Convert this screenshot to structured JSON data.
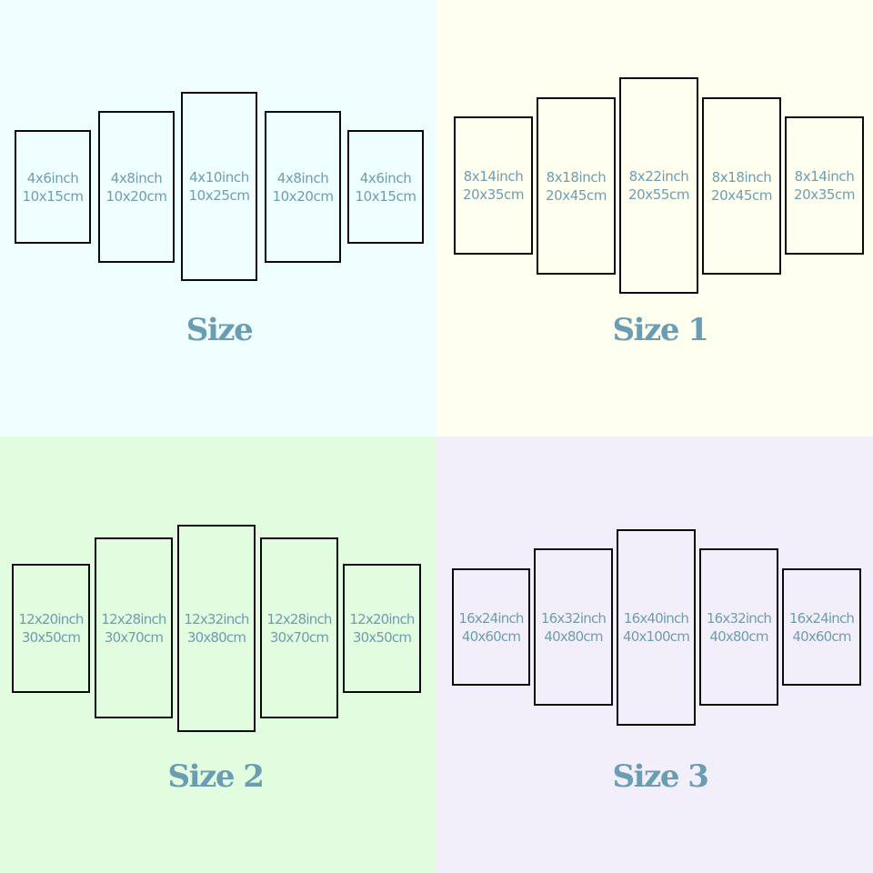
{
  "sections": [
    {
      "title": "Size",
      "background": "#effeff",
      "panels": [
        {
          "inch": "4x6inch",
          "cm": "10x15cm"
        },
        {
          "inch": "4x8inch",
          "cm": "10x20cm"
        },
        {
          "inch": "4x10inch",
          "cm": "10x25cm"
        },
        {
          "inch": "4x8inch",
          "cm": "10x20cm"
        },
        {
          "inch": "4x6inch",
          "cm": "10x15cm"
        }
      ]
    },
    {
      "title": "Size 1",
      "background": "#fffff0",
      "panels": [
        {
          "inch": "8x14inch",
          "cm": "20x35cm"
        },
        {
          "inch": "8x18inch",
          "cm": "20x45cm"
        },
        {
          "inch": "8x22inch",
          "cm": "20x55cm"
        },
        {
          "inch": "8x18inch",
          "cm": "20x45cm"
        },
        {
          "inch": "8x14inch",
          "cm": "20x35cm"
        }
      ]
    },
    {
      "title": "Size 2",
      "background": "#e2fce0",
      "panels": [
        {
          "inch": "12x20inch",
          "cm": "30x50cm"
        },
        {
          "inch": "12x28inch",
          "cm": "30x70cm"
        },
        {
          "inch": "12x32inch",
          "cm": "30x80cm"
        },
        {
          "inch": "12x28inch",
          "cm": "30x70cm"
        },
        {
          "inch": "12x20inch",
          "cm": "30x50cm"
        }
      ]
    },
    {
      "title": "Size 3",
      "background": "#f3effa",
      "panels": [
        {
          "inch": "16x24inch",
          "cm": "40x60cm"
        },
        {
          "inch": "16x32inch",
          "cm": "40x80cm"
        },
        {
          "inch": "16x40inch",
          "cm": "40x100cm"
        },
        {
          "inch": "16x32inch",
          "cm": "40x80cm"
        },
        {
          "inch": "16x24inch",
          "cm": "40x60cm"
        }
      ]
    }
  ],
  "colors": {
    "text": "#6f9db0",
    "title": "#6b9db2",
    "border": "#0a0a0a"
  }
}
